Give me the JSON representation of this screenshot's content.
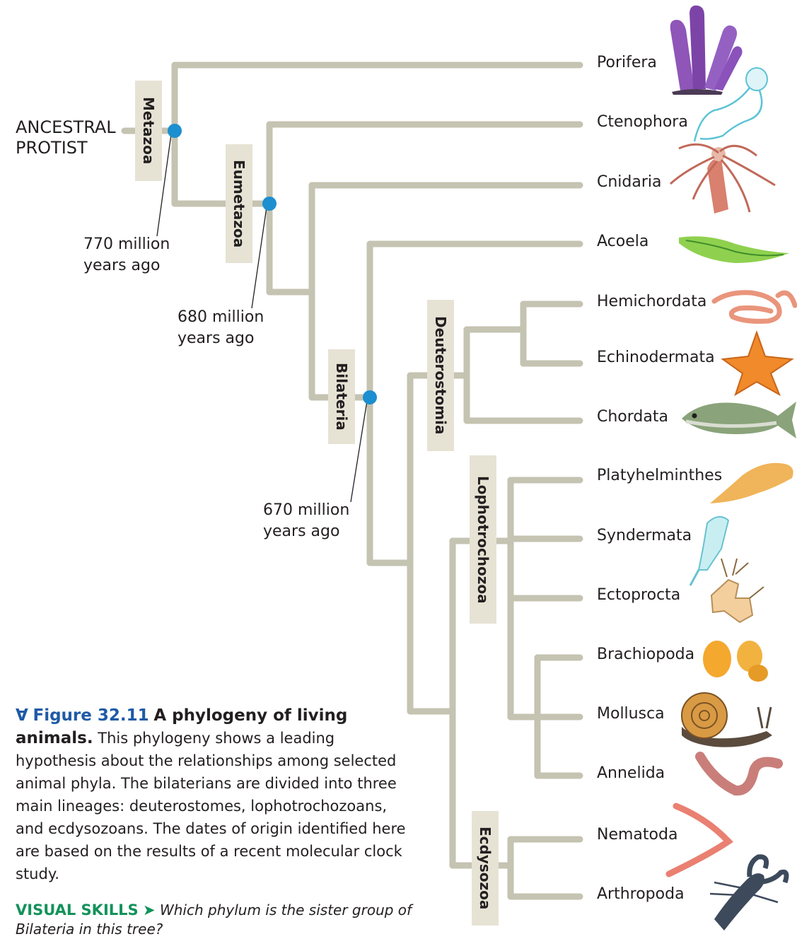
{
  "root_label": [
    "ANCESTRAL",
    "PROTIST"
  ],
  "clades": {
    "metazoa": "Metazoa",
    "eumetazoa": "Eumetazoa",
    "bilateria": "Bilateria",
    "deuterostomia": "Deuterostomia",
    "lophotrochozoa": "Lophotrochozoa",
    "ecdysozoa": "Ecdysozoa"
  },
  "dates": {
    "metazoa": [
      "770 million",
      "years ago"
    ],
    "eumetazoa": [
      "680 million",
      "years ago"
    ],
    "bilateria": [
      "670 million",
      "years ago"
    ]
  },
  "taxa": [
    {
      "name": "Porifera",
      "icon": "sponge-icon"
    },
    {
      "name": "Ctenophora",
      "icon": "comb-jelly-icon"
    },
    {
      "name": "Cnidaria",
      "icon": "hydra-icon"
    },
    {
      "name": "Acoela",
      "icon": "flatworm-green-icon"
    },
    {
      "name": "Hemichordata",
      "icon": "acorn-worm-icon"
    },
    {
      "name": "Echinodermata",
      "icon": "sea-star-icon"
    },
    {
      "name": "Chordata",
      "icon": "fish-icon"
    },
    {
      "name": "Platyhelminthes",
      "icon": "flatworm-icon"
    },
    {
      "name": "Syndermata",
      "icon": "rotifer-icon"
    },
    {
      "name": "Ectoprocta",
      "icon": "bryozoan-icon"
    },
    {
      "name": "Brachiopoda",
      "icon": "lampshell-icon"
    },
    {
      "name": "Mollusca",
      "icon": "snail-icon"
    },
    {
      "name": "Annelida",
      "icon": "earthworm-icon"
    },
    {
      "name": "Nematoda",
      "icon": "roundworm-icon"
    },
    {
      "name": "Arthropoda",
      "icon": "lobster-icon"
    }
  ],
  "caption": {
    "marker": "Ɐ",
    "figure_number": "Figure 32.11",
    "title": "A phylogeny of living animals.",
    "body": "This phylogeny shows a leading hypothesis about the relationships among selected animal phyla. The bilaterians are divided into three main lineages: deuterostomes, lophotrochozoans, and ecdysozoans. The dates of origin identified here are based on the results of a recent molecular clock study."
  },
  "visual_skills": {
    "label": "VISUAL SKILLS",
    "arrow": "➤",
    "question": "Which phylum is the sister group of Bilateria in this tree?"
  },
  "colors": {
    "branch": "#c5c3b1",
    "clade_box": "#e6e3d5",
    "node_dot": "#1b8fd0",
    "figure_blue": "#1f5aa6",
    "skills_green": "#12925a"
  }
}
